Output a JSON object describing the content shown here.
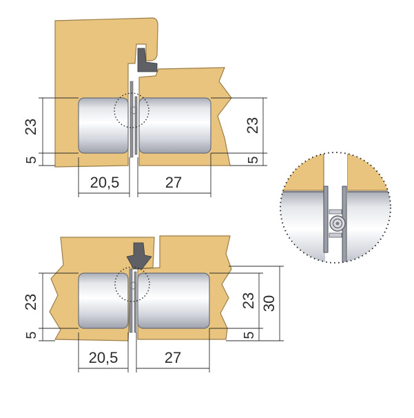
{
  "colors": {
    "wood": "#e8c47e",
    "wood_edge": "#9a7d48",
    "hinge": "#cfd2d8",
    "hinge_edge": "#6a6e78",
    "seal": "#5e6066",
    "dim_line": "#2b2b2b"
  },
  "icons": {
    "detail": "magnifier-circle-detail"
  },
  "top_assembly": {
    "dim_height_left": "23",
    "dim_gap_left": "5",
    "dim_height_right": "23",
    "dim_gap_right": "5",
    "dim_width_left": "20,5",
    "dim_width_right": "27"
  },
  "bottom_assembly": {
    "dim_height_left": "23",
    "dim_gap_left": "5",
    "dim_height_right": "23",
    "dim_gap_right": "5",
    "dim_total_right": "30",
    "dim_width_left": "20,5",
    "dim_width_right": "27"
  }
}
